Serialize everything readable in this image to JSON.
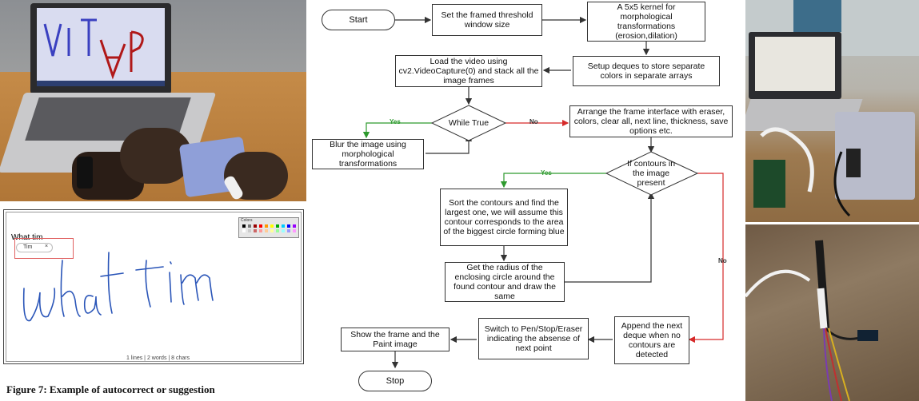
{
  "notepad": {
    "typed_text": "What tim",
    "suggestion": "Tim",
    "suggestion_close": "×",
    "palette_title": "Colors",
    "status": "1 lines | 2 words | 8 chars",
    "handwriting_ink_color": "#2a55b8"
  },
  "caption": "Figure 7: Example of autocorrect or suggestion",
  "flowchart": {
    "nodes": {
      "start": "Start",
      "threshold": "Set the framed threshold window size",
      "kernel": "A 5x5 kernel for morphological transformations (erosion,dilation)",
      "deques": "Setup deques to store separate colors in separate arrays",
      "load": "Load the video using cv2.VideoCapture(0) and stack all the image frames",
      "while": "While True",
      "arrange": "Arrange the frame interface with eraser, colors, clear all, next line, thickness, save options etc.",
      "blur": "Blur the image using morphological transformations",
      "contours": "If contours in the image present",
      "sort": "Sort the contours and find the largest one, we will assume this contour corresponds to the area of the biggest circle forming blue",
      "radius": "Get the radius of the enclosing circle around the found contour and draw the same",
      "append": "Append the next deque when no contours are detected",
      "switch": "Switch to Pen/Stop/Eraser indicating the absense of next point",
      "show": "Show the frame and the Paint image",
      "stop": "Stop"
    },
    "labels": {
      "yes1": "Yes",
      "no1": "No",
      "yes2": "Yes",
      "no2": "No"
    },
    "colors": {
      "yes": "#2e9a2e",
      "no": "#d62a2a",
      "arrow": "#333333"
    }
  }
}
